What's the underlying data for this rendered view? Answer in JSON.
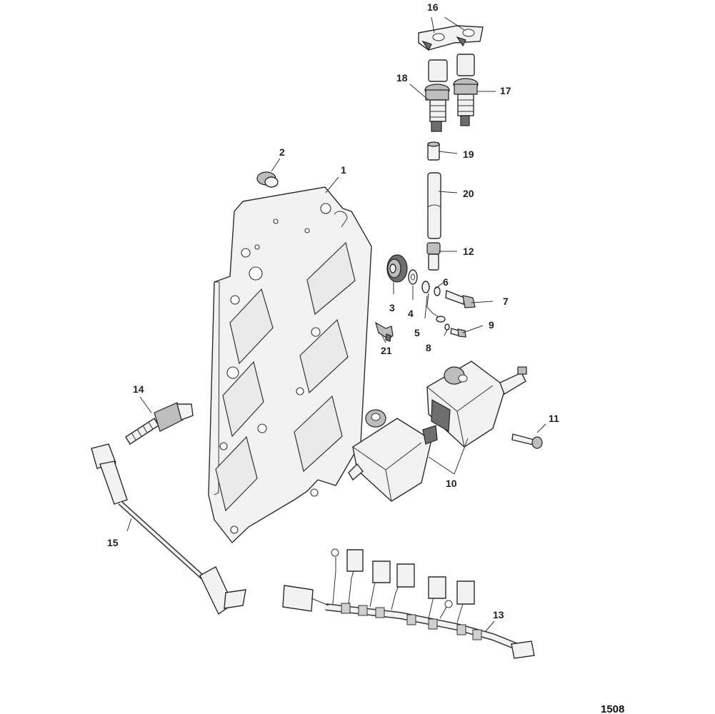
{
  "callouts": {
    "c1": "1",
    "c2": "2",
    "c3": "3",
    "c4": "4",
    "c5": "5",
    "c6": "6",
    "c7": "7",
    "c8": "8",
    "c9": "9",
    "c10": "10",
    "c11": "11",
    "c12": "12",
    "c13": "13",
    "c14": "14",
    "c15": "15",
    "c16": "16",
    "c17": "17",
    "c18": "18",
    "c19": "19",
    "c20": "20",
    "c21": "21"
  },
  "figure_number": "1508"
}
